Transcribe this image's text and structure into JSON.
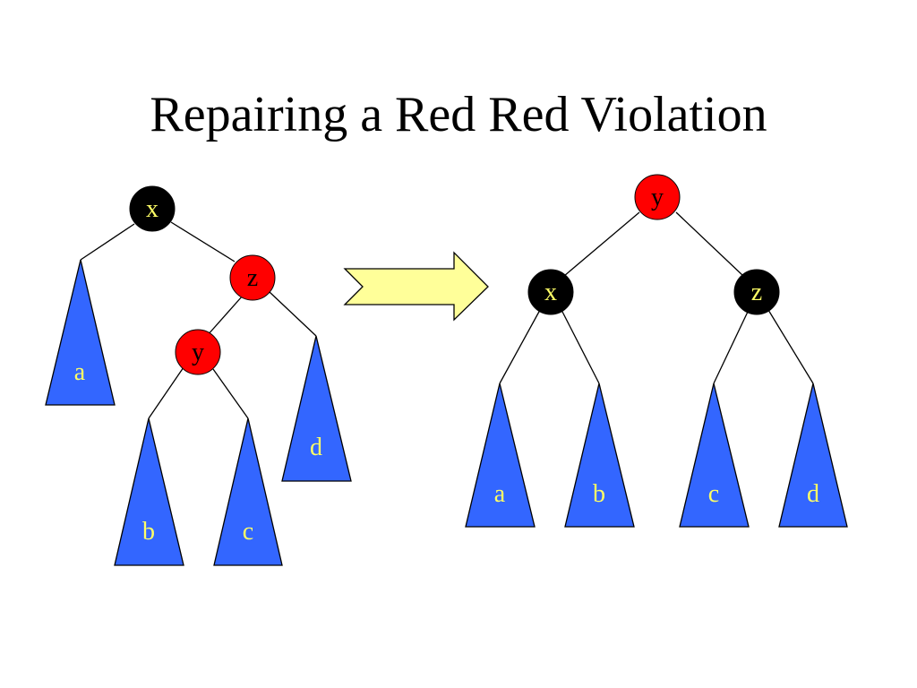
{
  "title": "Repairing a Red Red Violation",
  "colors": {
    "red_node": "#ff0000",
    "black_node": "#000000",
    "node_label": "#ffff66",
    "subtree_fill": "#3366ff",
    "subtree_label": "#ffff66",
    "arrow_fill": "#ffff99",
    "edge": "#000000"
  },
  "before": {
    "nodes": {
      "x": {
        "label": "x",
        "color": "black"
      },
      "z": {
        "label": "z",
        "color": "red"
      },
      "y": {
        "label": "y",
        "color": "red"
      }
    },
    "subtrees": {
      "a": "a",
      "b": "b",
      "c": "c",
      "d": "d"
    }
  },
  "after": {
    "nodes": {
      "y": {
        "label": "y",
        "color": "red"
      },
      "x": {
        "label": "x",
        "color": "black"
      },
      "z": {
        "label": "z",
        "color": "black"
      }
    },
    "subtrees": {
      "a": "a",
      "b": "b",
      "c": "c",
      "d": "d"
    }
  },
  "arrow_icon": "right-arrow-icon"
}
